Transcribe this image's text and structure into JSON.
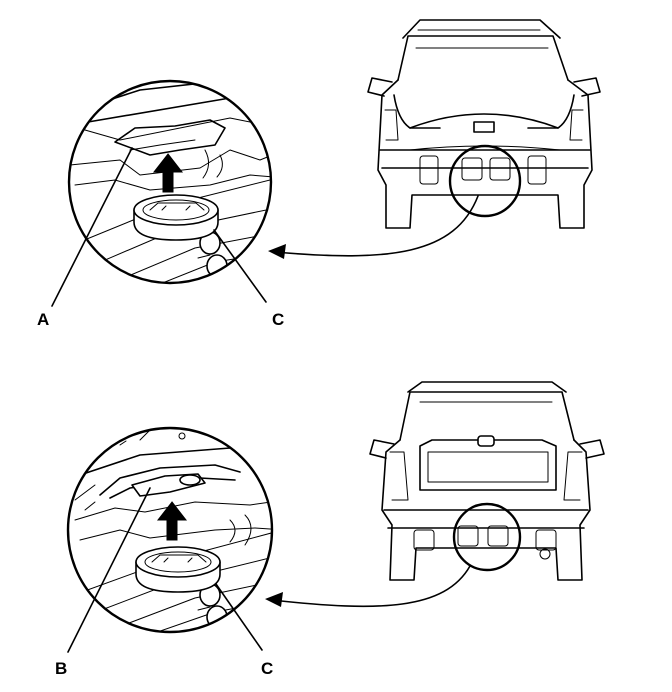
{
  "diagram": {
    "panels": [
      {
        "id": "top",
        "vehicle_view": "rear-hatch-closed",
        "callouts": [
          "A",
          "C"
        ]
      },
      {
        "id": "bottom",
        "vehicle_view": "rear-hatch-open",
        "callouts": [
          "B",
          "C"
        ]
      }
    ],
    "icons": {
      "lift-direction": "up-arrow-icon",
      "spare-tire-cover": "cylindrical-jack-icon",
      "zoom": "magnifier-circle-icon",
      "pointer": "curved-leader-arrow-icon"
    },
    "colors": {
      "line": "#000000",
      "background": "#ffffff"
    }
  }
}
